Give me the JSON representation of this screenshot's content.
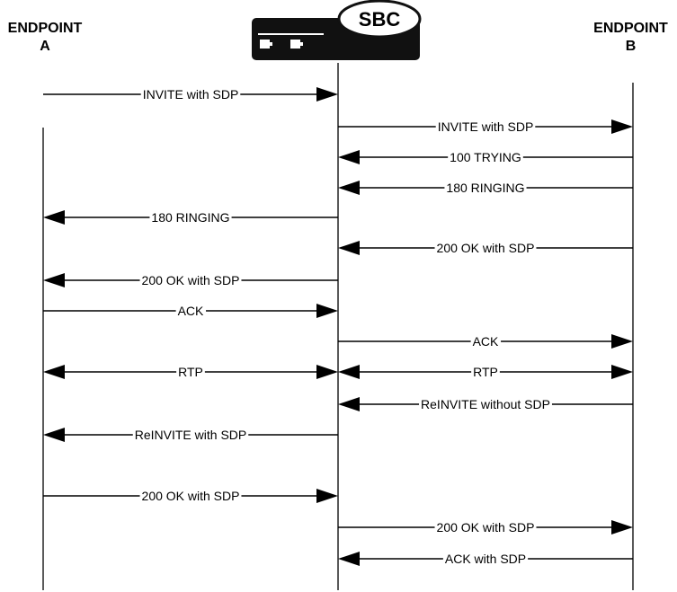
{
  "participants": {
    "endpoint_a": {
      "line1": "ENDPOINT",
      "line2": "A"
    },
    "sbc": {
      "label": "SBC"
    },
    "endpoint_b": {
      "line1": "ENDPOINT",
      "line2": "B"
    }
  },
  "messages": [
    {
      "label": "INVITE with SDP",
      "from": "A",
      "to": "SBC"
    },
    {
      "label": "INVITE with SDP",
      "from": "SBC",
      "to": "B"
    },
    {
      "label": "100 TRYING",
      "from": "B",
      "to": "SBC"
    },
    {
      "label": "180 RINGING",
      "from": "B",
      "to": "SBC"
    },
    {
      "label": "180 RINGING",
      "from": "SBC",
      "to": "A"
    },
    {
      "label": "200 OK with SDP",
      "from": "B",
      "to": "SBC"
    },
    {
      "label": "200 OK with SDP",
      "from": "SBC",
      "to": "A"
    },
    {
      "label": "ACK",
      "from": "A",
      "to": "SBC"
    },
    {
      "label": "ACK",
      "from": "SBC",
      "to": "B"
    },
    {
      "label": "RTP",
      "from": "A",
      "to": "SBC",
      "bidirectional": true
    },
    {
      "label": "RTP",
      "from": "SBC",
      "to": "B",
      "bidirectional": true
    },
    {
      "label": "ReINVITE without SDP",
      "from": "B",
      "to": "SBC"
    },
    {
      "label": "ReINVITE with SDP",
      "from": "SBC",
      "to": "A"
    },
    {
      "label": "200 OK with SDP",
      "from": "A",
      "to": "SBC"
    },
    {
      "label": "200 OK with SDP",
      "from": "SBC",
      "to": "B"
    },
    {
      "label": "ACK with SDP",
      "from": "B",
      "to": "SBC"
    }
  ]
}
